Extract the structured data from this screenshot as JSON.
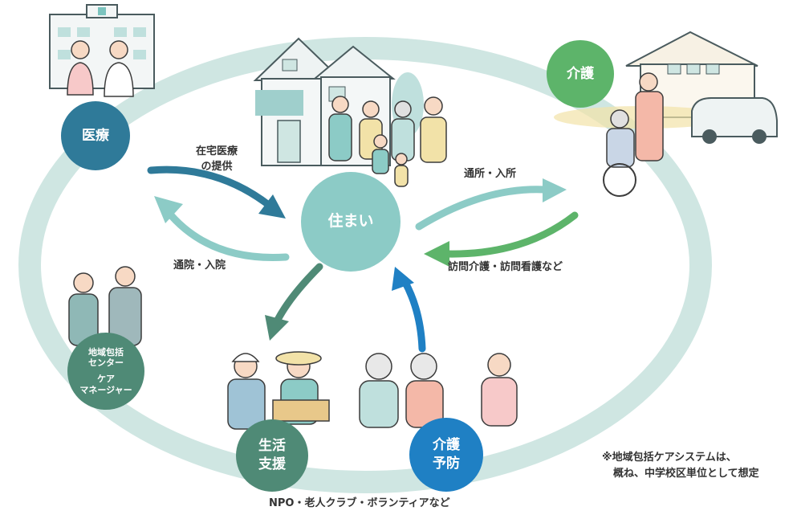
{
  "nodes": {
    "housing": "住まい",
    "medical": "医療",
    "care": "介護",
    "life_support_1": "生活",
    "life_support_2": "支援",
    "prevention_1": "介護",
    "prevention_2": "予防",
    "center_1": "地域包括",
    "center_2": "センター",
    "center_3": "ケア",
    "center_4": "マネージャー"
  },
  "labels": {
    "home_medical_1": "在宅医療",
    "home_medical_2": "の提供",
    "hospital": "通院・入院",
    "facility": "通所・入所",
    "visiting": "訪問介護・訪問看護など",
    "npo": "NPO・老人クラブ・ボランティアなど"
  },
  "note": {
    "line1": "※地域包括ケアシステムは、",
    "line2": "概ね、中学校区単位として想定"
  },
  "colors": {
    "ring": "#cfe6e2",
    "housing": "#8ccbc6",
    "medical": "#2f7a99",
    "care": "#5db46a",
    "support": "#4f8a76",
    "prevention": "#1f80c4",
    "center": "#4f8a76"
  },
  "icons": [
    "hospital-icon",
    "house-icon",
    "care-facility-icon",
    "van-icon"
  ]
}
